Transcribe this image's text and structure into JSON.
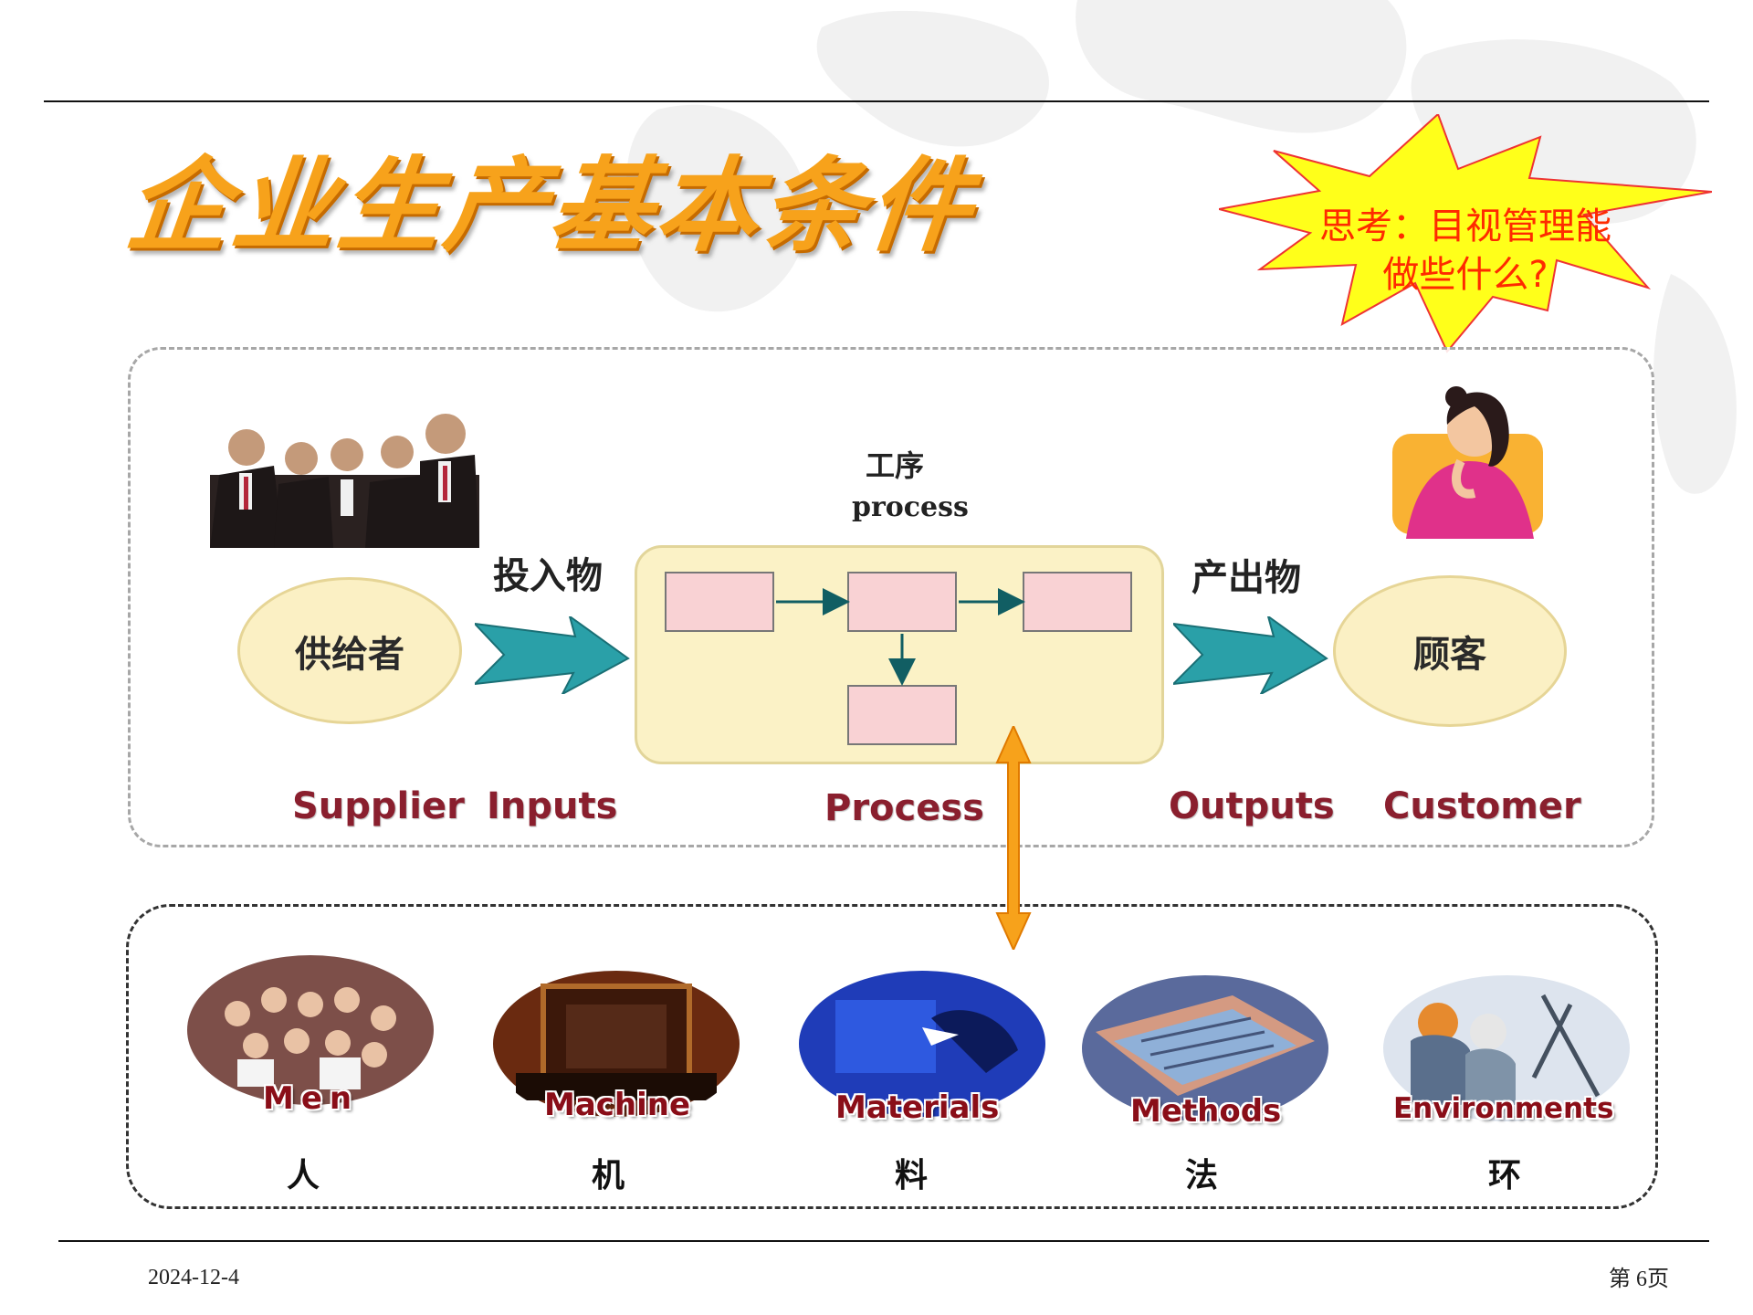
{
  "title": "企业生产基本条件",
  "callout": {
    "line1": "思考：目视管理能",
    "line2": "做些什么?"
  },
  "flow": {
    "process_cn": "工序",
    "process_en": "process",
    "inputs_cn": "投入物",
    "outputs_cn": "产出物",
    "supplier_cn": "供给者",
    "customer_cn": "顾客",
    "labels": [
      "Supplier",
      "Inputs",
      "Process",
      "Outputs",
      "Customer"
    ]
  },
  "resources": [
    {
      "label": "Men",
      "cn": "人",
      "icon": "people-photo"
    },
    {
      "label": "Machine",
      "cn": "机",
      "icon": "machine-photo"
    },
    {
      "label": "Materials",
      "cn": "料",
      "icon": "materials-photo"
    },
    {
      "label": "Methods",
      "cn": "法",
      "icon": "methods-photo"
    },
    {
      "label": "Environments",
      "cn": "环",
      "icon": "environment-photo"
    }
  ],
  "footer": {
    "date": "2024-12-4",
    "page": "第 6页"
  },
  "colors": {
    "title": "#f7a21b",
    "callout_fill": "#ffff1a",
    "callout_text": "#ff2a00",
    "arrow_teal": "#2aa0a8",
    "double_arrow": "#f7a21b",
    "english_label": "#8a1f2e"
  }
}
